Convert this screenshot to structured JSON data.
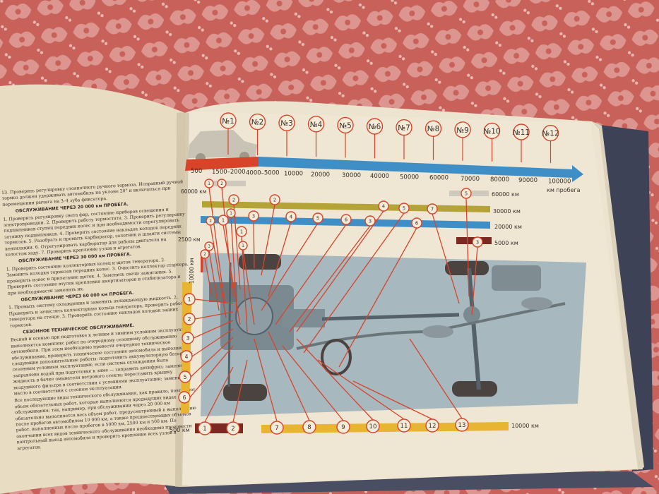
{
  "timeline": {
    "services": [
      "№1",
      "№2",
      "№3",
      "№4",
      "№5",
      "№6",
      "№7",
      "№8",
      "№9",
      "№10",
      "№11",
      "№12"
    ],
    "km_labels": [
      "500",
      "1500–2000",
      "4000–5000",
      "10000",
      "20000",
      "30000",
      "40000",
      "50000",
      "60000",
      "70000",
      "80000",
      "90000",
      "100000"
    ],
    "unit_label": "км пробега"
  },
  "bands": {
    "km60000": "60000 км",
    "km30000": "30000 км",
    "km20000": "20000 км",
    "km5000": "5000 км",
    "km10000": "10000 км",
    "km500": "500 км",
    "left_60000": "60000 км",
    "left_2500": "2500 км",
    "left_10000": "10000 км"
  },
  "callouts": {
    "top": [
      "2",
      "1",
      "2",
      "1",
      "2",
      "3",
      "4",
      "5",
      "6",
      "3",
      "2",
      "1",
      "1",
      "2",
      "3",
      "4",
      "5",
      "6",
      "7",
      "5",
      "3",
      "1"
    ],
    "left": [
      "1",
      "2",
      "3",
      "4",
      "5",
      "6"
    ],
    "bottom": [
      "1",
      "2",
      "7",
      "8",
      "9",
      "10",
      "11",
      "12",
      "13"
    ]
  },
  "left_page": {
    "para13": "13. Проверить регулировку стояночного ручного тормоза. Исправный ручной тормоз должен удерживать автомобиль на уклоне 20° и включаться при перемещении рычага на 3–4 зуба фиксатора.",
    "head20000": "ОБСЛУЖИВАНИЕ ЧЕРЕЗ 20 000 км ПРОБЕГА.",
    "para20000": "1. Проверить регулировку света фар, состояние приборов освещения и электропроводки. 2. Проверить работу термостата. 3. Проверить регулировку подшипников ступиц передних колес и при необходимости отрегулировать затяжку подшипников. 4. Проверить состояние накладок колодок передних тормозов. 5. Разобрать и промыть карбюратор, золотник и шланги системы вентиляции. 6. Отрегулировать карбюратор для работы двигателя на холостом ходу. 7. Проверить крепление узлов и агрегатов.",
    "head30000": "ОБСЛУЖИВАНИЕ ЧЕРЕЗ 30 000 км ПРОБЕГА.",
    "para30000": "1. Проверить состояние коллекторных колец и щеток генератора. 2. Заменить колодки тормозов передних колес. 3. Очистить коллектор стартера, проверить износ и прилегание щеток. 4. Заменить свечи зажигания. 5. Проверить состояние втулок крепления амортизаторов и стабилизатора и при необходимости заменить их.",
    "head60000": "ОБСЛУЖИВАНИЕ ЧЕРЕЗ 60 000 км ПРОБЕГА.",
    "para60000": "1. Промыть систему охлаждения и заменить охлаждающую жидкость. 2. Проверить и зачистить коллекторные кольца генератора, проверить работу генератора на стенде. 3. Проверить состояние накладок колодок задних тормозов.",
    "head_season": "СЕЗОННОЕ ТЕХНИЧЕСКОЕ ОБСЛУЖИВАНИЕ.",
    "para_season": "Весной и осенью при подготовке к летним и зимним условиям эксплуатации выполняется комплекс работ по очередному сезонному обслуживанию автомобиля. При этом необходимо провести очередное техническое обслуживание, проверить техническое состояние автомобиля и выполнить следующие дополнительные работы: подготовить аккумуляторную батарею к сезонным условиям эксплуатации; если система охлаждения была заправлена водой при подготовке к зиме — заправить антифриз; заменить жидкость в бачке омывателя ветрового стекла; переставить крышку воздушного фильтра в соответствии с условиями эксплуатации; заменить масло в соответствии с сезоном эксплуатации.",
    "para_final": "Все последующие виды технического обслуживания, как правило, повторяют объем обязательных работ, которые выполняются предыдущих видах обслуживания; так, например, при обслуживании через 20 000 км обязательно выполняется весь объем работ, предусмотренный к выполнению после пробегов автомобилем 10 000 км, а также предшествующих объемов работ, выполненных после пробегов в 5000 км, 2500 км и 500 км. По окончании всех видов технического обслуживания необходимо произвести контрольный выезд автомобиля и проверить крепление всех узлов и агрегатов."
  },
  "colors": {
    "red": "#d8442a",
    "blue": "#3f8fc6",
    "olive": "#b4a437",
    "yellow": "#e7b531",
    "grey": "#cfc8bc",
    "maroon": "#7a2a22",
    "page": "#ece3cd"
  }
}
